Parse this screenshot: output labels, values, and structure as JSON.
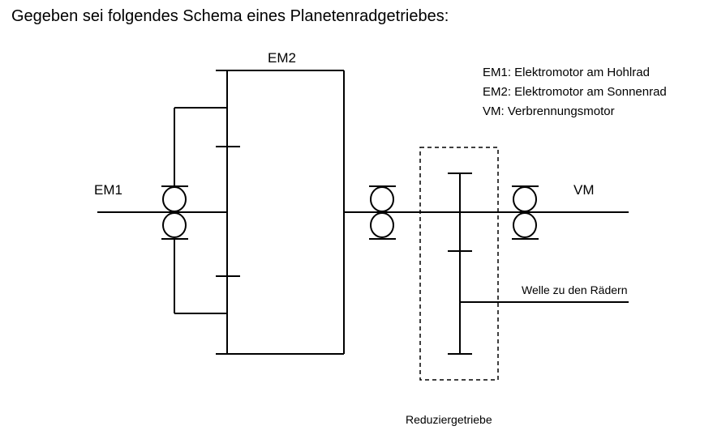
{
  "title": "Gegeben sei folgendes Schema eines Planetenradgetriebes:",
  "legend": [
    "EM1: Elektromotor am Hohlrad",
    "EM2: Elektromotor am Sonnenrad",
    "VM: Verbrennungsmotor"
  ],
  "labels": {
    "em2": "EM2",
    "em1": "EM1",
    "vm": "VM",
    "welle": "Welle zu den Rädern",
    "reduziergetriebe": "Reduziergetriebe"
  }
}
